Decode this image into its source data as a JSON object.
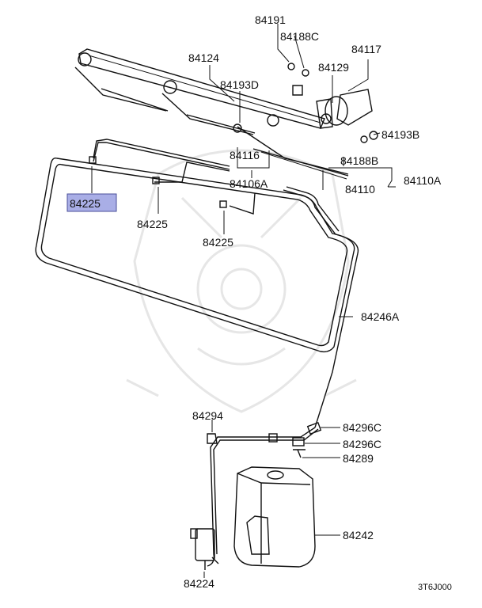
{
  "diagram": {
    "labels": {
      "p84191": "84191",
      "p84188C": "84188C",
      "p84117": "84117",
      "p84124": "84124",
      "p84129": "84129",
      "p84193D": "84193D",
      "p84193B": "84193B",
      "p84116": "84116",
      "p84188B": "84188B",
      "p84106A": "84106A",
      "p84110A": "84110A",
      "p84110": "84110",
      "p84225_highlight": "84225",
      "p84225_mid": "84225",
      "p84225_low": "84225",
      "p84246A": "84246A",
      "p84294": "84294",
      "p84296C_a": "84296C",
      "p84296C_b": "84296C",
      "p84289": "84289",
      "p84242": "84242",
      "p84224": "84224"
    },
    "drawing_code": "3T6J000",
    "highlight_color": "#a9aee6",
    "highlight_border": "#4a4f9a"
  }
}
